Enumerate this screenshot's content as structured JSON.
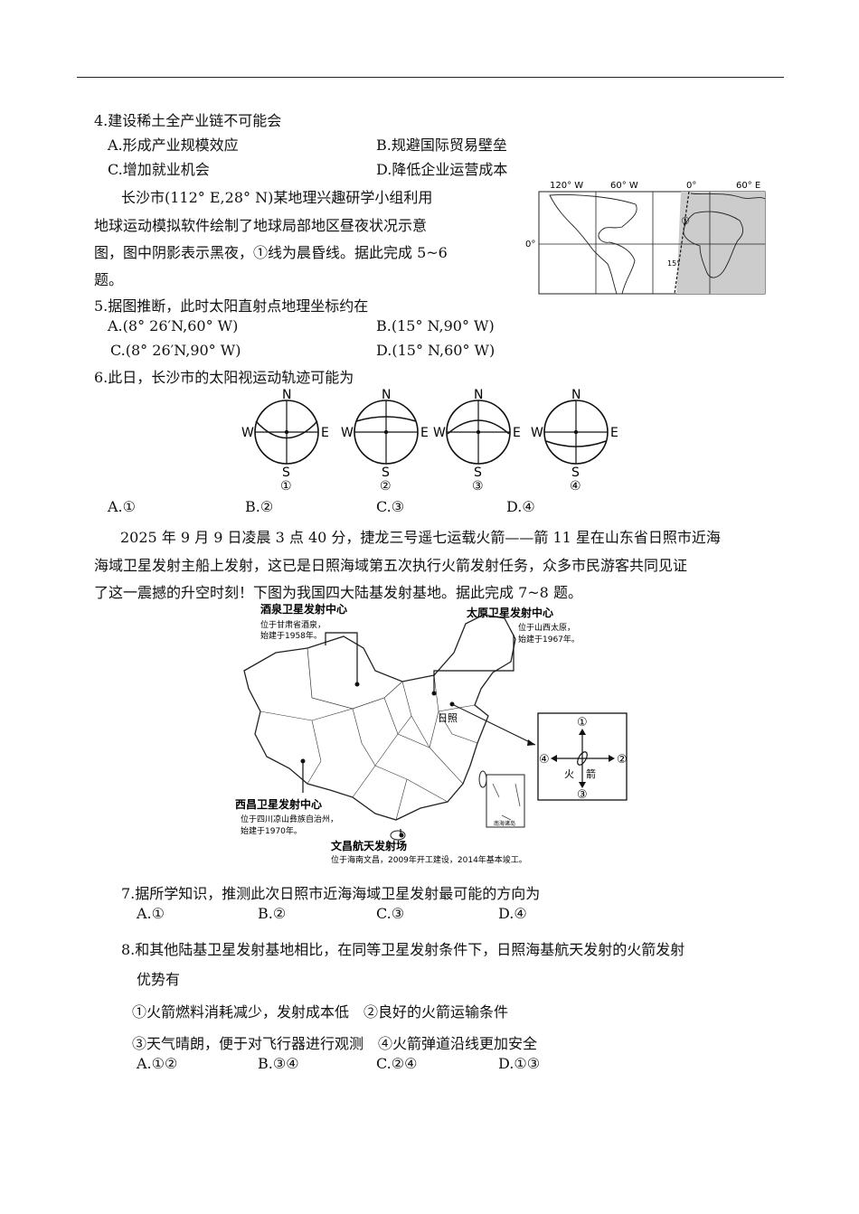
{
  "q4": {
    "stem": "4.建设稀土全产业链不可能会",
    "options": [
      "A.形成产业规模效应",
      "B.规避国际贸易壁垒",
      "C.增加就业机会",
      "D.降低企业运营成本"
    ]
  },
  "intro_5_6": {
    "line1": "长沙市(112° E,28° N)某地理兴趣研学小组利用",
    "line2": "地球运动模拟软件绘制了地球局部地区昼夜状况示意",
    "line3": "图，图中阴影表示黑夜，①线为晨昏线。据此完成 5~6",
    "line4": "题。"
  },
  "world_map": {
    "lon_labels": [
      "120° W",
      "60° W",
      "0°",
      "60° E"
    ],
    "lat_label": "0°",
    "angle_label": "15°",
    "line_marker": "①"
  },
  "q5": {
    "stem": "5.据图推断，此时太阳直射点地理坐标约在",
    "options": [
      "A.(8° 26′N,60° W)",
      "B.(15° N,90° W)",
      "C.(8° 26′N,90° W)",
      "D.(15° N,60° W)"
    ]
  },
  "q6": {
    "stem": "6.此日，长沙市的太阳视运动轨迹可能为",
    "dials": [
      {
        "n": "N",
        "s": "S",
        "w": "W",
        "e": "E",
        "num": "①"
      },
      {
        "n": "N",
        "s": "S",
        "w": "W",
        "e": "E",
        "num": "②"
      },
      {
        "n": "N",
        "s": "S",
        "w": "W",
        "e": "E",
        "num": "③"
      },
      {
        "n": "N",
        "s": "S",
        "w": "W",
        "e": "E",
        "num": "④"
      }
    ],
    "options": [
      "A.①",
      "B.②",
      "C.③",
      "D.④"
    ]
  },
  "intro_7_8": {
    "line1": "2025 年 9 月 9 日凌晨 3 点 40 分，捷龙三号遥七运载火箭——箭 11 星在山东省日照市近海",
    "line2": "海域卫星发射主船上发射，这已是日照海域第五次执行火箭发射任务，众多市民游客共同见证",
    "line3": "了这一震撼的升空时刻！下图为我国四大陆基发射基地。据此完成 7~8 题。"
  },
  "china_map": {
    "jiuquan_title": "酒泉卫星发射中心",
    "jiuquan_desc1": "位于甘肃省酒泉，",
    "jiuquan_desc2": "始建于1958年。",
    "taiyuan_title": "太原卫星发射中心",
    "taiyuan_desc1": "位于山西太原，",
    "taiyuan_desc2": "始建于1967年。",
    "xichang_title": "西昌卫星发射中心",
    "xichang_desc1": "位于四川凉山彝族自治州，",
    "xichang_desc2": "始建于1970年。",
    "wenchang_title": "文昌航天发射场",
    "wenchang_desc": "位于海南文昌，2009年开工建设，2014年基本竣工。",
    "rizhao_label": "日照",
    "inset_label": "南海诸岛",
    "dir_up": "①",
    "dir_right": "②",
    "dir_down": "③",
    "dir_left": "④",
    "rocket_char1": "火",
    "rocket_char2": "箭"
  },
  "q7": {
    "stem": "7.据所学知识，推测此次日照市近海海域卫星发射最可能的方向为",
    "options": [
      "A.①",
      "B.②",
      "C.③",
      "D.④"
    ]
  },
  "q8": {
    "stem1": "8.和其他陆基卫星发射基地相比，在同等卫星发射条件下，日照海基航天发射的火箭发射",
    "stem2": "优势有",
    "s1": "①火箭燃料消耗减少，发射成本低　②良好的火箭运输条件",
    "s2": "③天气晴朗，便于对飞行器进行观测　④火箭弹道沿线更加安全",
    "options": [
      "A.①②",
      "B.③④",
      "C.②④",
      "D.①③"
    ]
  }
}
